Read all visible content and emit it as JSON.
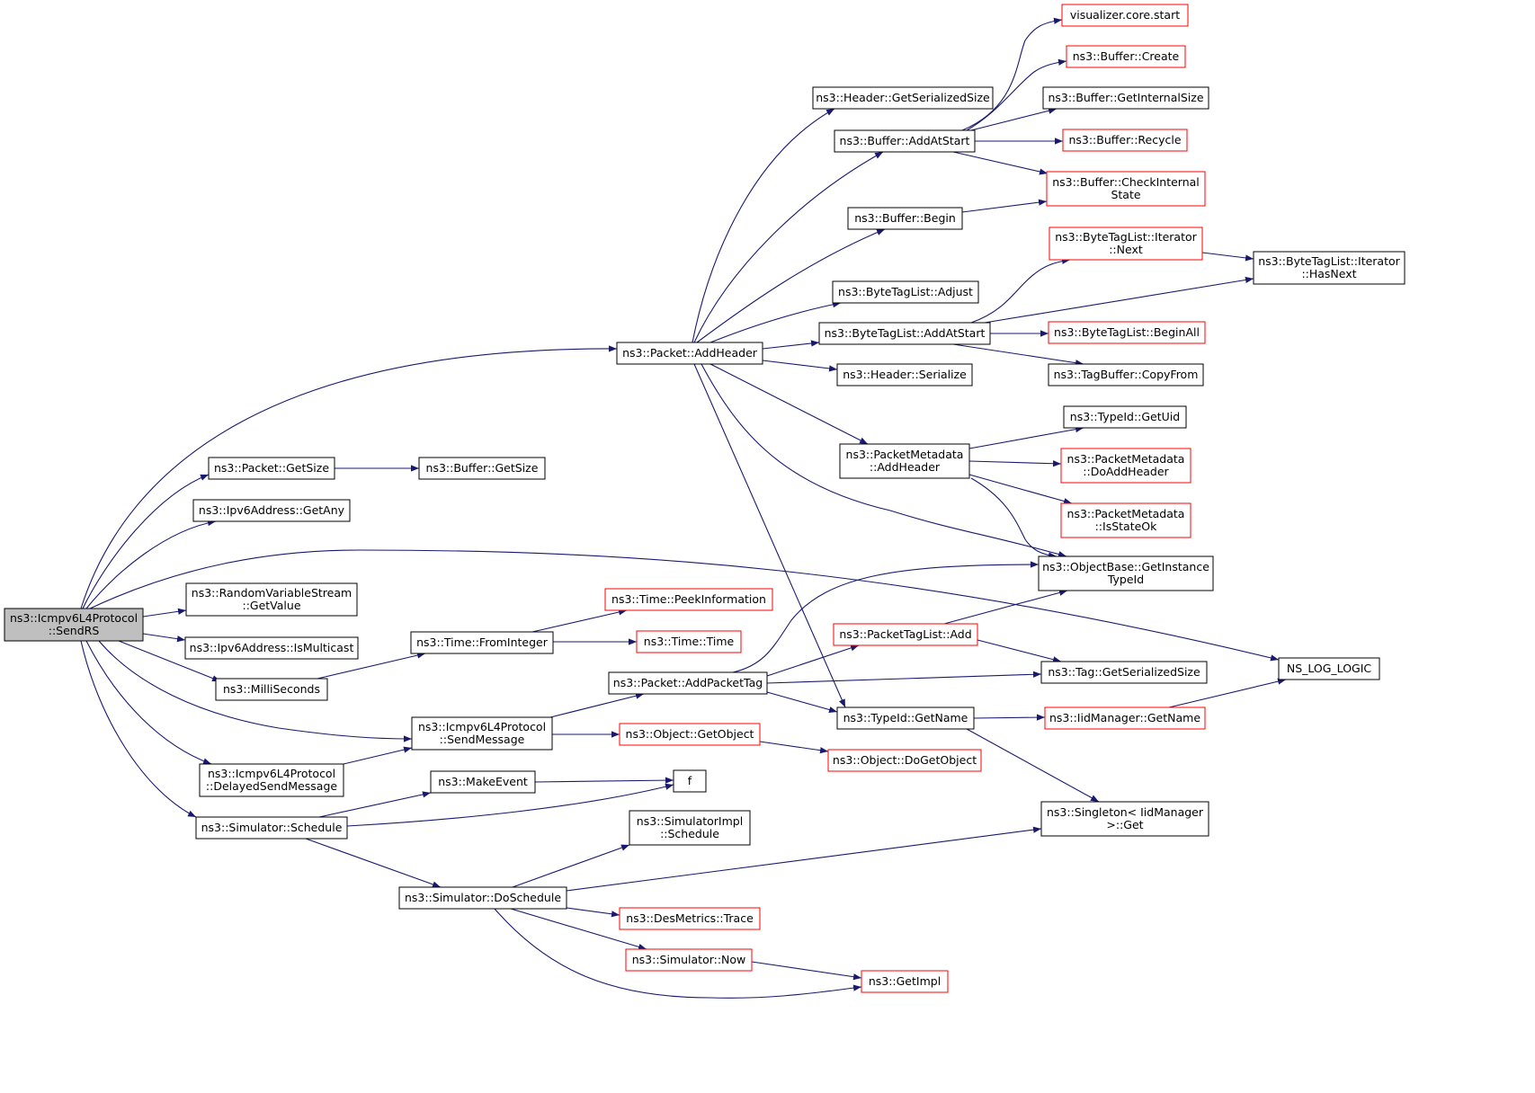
{
  "colors": {
    "edge": "#191970",
    "root_fill": "#bfbfbf",
    "box_stroke": "#000000",
    "truncated_stroke": "#ff0000",
    "background": "#ffffff"
  },
  "nodes": [
    {
      "id": "sendrs",
      "lines": [
        "ns3::Icmpv6L4Protocol",
        "::SendRS"
      ],
      "root": true
    },
    {
      "id": "addheader",
      "lines": [
        "ns3::Packet::AddHeader"
      ]
    },
    {
      "id": "getsize",
      "lines": [
        "ns3::Packet::GetSize"
      ]
    },
    {
      "id": "buffer_getsize",
      "lines": [
        "ns3::Buffer::GetSize"
      ]
    },
    {
      "id": "getany",
      "lines": [
        "ns3::Ipv6Address::GetAny"
      ]
    },
    {
      "id": "getvalue",
      "lines": [
        "ns3::RandomVariableStream",
        "::GetValue"
      ]
    },
    {
      "id": "ismulticast",
      "lines": [
        "ns3::Ipv6Address::IsMulticast"
      ]
    },
    {
      "id": "milliseconds",
      "lines": [
        "ns3::MilliSeconds"
      ]
    },
    {
      "id": "sendmessage",
      "lines": [
        "ns3::Icmpv6L4Protocol",
        "::SendMessage"
      ]
    },
    {
      "id": "delayedsend",
      "lines": [
        "ns3::Icmpv6L4Protocol",
        "::DelayedSendMessage"
      ]
    },
    {
      "id": "schedule",
      "lines": [
        "ns3::Simulator::Schedule"
      ]
    },
    {
      "id": "frominteger",
      "lines": [
        "ns3::Time::FromInteger"
      ]
    },
    {
      "id": "peekinfo",
      "lines": [
        "ns3::Time::PeekInformation"
      ],
      "truncated": true
    },
    {
      "id": "time",
      "lines": [
        "ns3::Time::Time"
      ],
      "truncated": true
    },
    {
      "id": "addpackettag",
      "lines": [
        "ns3::Packet::AddPacketTag"
      ]
    },
    {
      "id": "getobject",
      "lines": [
        "ns3::Object::GetObject"
      ],
      "truncated": true
    },
    {
      "id": "dogetobject",
      "lines": [
        "ns3::Object::DoGetObject"
      ],
      "truncated": true
    },
    {
      "id": "makeevent",
      "lines": [
        "ns3::MakeEvent"
      ]
    },
    {
      "id": "f",
      "lines": [
        "f"
      ]
    },
    {
      "id": "doschedule",
      "lines": [
        "ns3::Simulator::DoSchedule"
      ]
    },
    {
      "id": "simimpl_schedule",
      "lines": [
        "ns3::SimulatorImpl",
        "::Schedule"
      ]
    },
    {
      "id": "trace",
      "lines": [
        "ns3::DesMetrics::Trace"
      ],
      "truncated": true
    },
    {
      "id": "now",
      "lines": [
        "ns3::Simulator::Now"
      ],
      "truncated": true
    },
    {
      "id": "getimpl",
      "lines": [
        "ns3::GetImpl"
      ],
      "truncated": true
    },
    {
      "id": "header_getser",
      "lines": [
        "ns3::Header::GetSerializedSize"
      ]
    },
    {
      "id": "addatstart",
      "lines": [
        "ns3::Buffer::AddAtStart"
      ]
    },
    {
      "id": "buffer_begin",
      "lines": [
        "ns3::Buffer::Begin"
      ]
    },
    {
      "id": "btl_adjust",
      "lines": [
        "ns3::ByteTagList::Adjust"
      ]
    },
    {
      "id": "btl_addatstart",
      "lines": [
        "ns3::ByteTagList::AddAtStart"
      ]
    },
    {
      "id": "header_serialize",
      "lines": [
        "ns3::Header::Serialize"
      ]
    },
    {
      "id": "pm_addheader",
      "lines": [
        "ns3::PacketMetadata",
        "::AddHeader"
      ]
    },
    {
      "id": "ptl_add",
      "lines": [
        "ns3::PacketTagList::Add"
      ],
      "truncated": true
    },
    {
      "id": "typeid_getname",
      "lines": [
        "ns3::TypeId::GetName"
      ]
    },
    {
      "id": "vis_start",
      "lines": [
        "visualizer.core.start"
      ],
      "truncated": true
    },
    {
      "id": "buffer_create",
      "lines": [
        "ns3::Buffer::Create"
      ],
      "truncated": true
    },
    {
      "id": "buffer_getinternal",
      "lines": [
        "ns3::Buffer::GetInternalSize"
      ]
    },
    {
      "id": "buffer_recycle",
      "lines": [
        "ns3::Buffer::Recycle"
      ],
      "truncated": true
    },
    {
      "id": "buffer_checkinternal",
      "lines": [
        "ns3::Buffer::CheckInternal",
        "State"
      ],
      "truncated": true
    },
    {
      "id": "btl_iter_next",
      "lines": [
        "ns3::ByteTagList::Iterator",
        "::Next"
      ],
      "truncated": true
    },
    {
      "id": "btl_iter_hasnext",
      "lines": [
        "ns3::ByteTagList::Iterator",
        "::HasNext"
      ]
    },
    {
      "id": "btl_beginall",
      "lines": [
        "ns3::ByteTagList::BeginAll"
      ],
      "truncated": true
    },
    {
      "id": "tagbuffer_copyfrom",
      "lines": [
        "ns3::TagBuffer::CopyFrom"
      ]
    },
    {
      "id": "typeid_getuid",
      "lines": [
        "ns3::TypeId::GetUid"
      ]
    },
    {
      "id": "pm_doaddheader",
      "lines": [
        "ns3::PacketMetadata",
        "::DoAddHeader"
      ],
      "truncated": true
    },
    {
      "id": "pm_isstateok",
      "lines": [
        "ns3::PacketMetadata",
        "::IsStateOk"
      ],
      "truncated": true
    },
    {
      "id": "objectbase_getinstance",
      "lines": [
        "ns3::ObjectBase::GetInstance",
        "TypeId"
      ]
    },
    {
      "id": "ns_log_logic",
      "lines": [
        "NS_LOG_LOGIC"
      ]
    },
    {
      "id": "tag_getser",
      "lines": [
        "ns3::Tag::GetSerializedSize"
      ]
    },
    {
      "id": "iidmanager_getname",
      "lines": [
        "ns3::IidManager::GetName"
      ],
      "truncated": true
    },
    {
      "id": "singleton_get",
      "lines": [
        "ns3::Singleton< IidManager",
        ">::Get"
      ]
    }
  ],
  "edges": [
    [
      "sendrs",
      "addheader"
    ],
    [
      "sendrs",
      "getsize"
    ],
    [
      "sendrs",
      "getany"
    ],
    [
      "sendrs",
      "ns_log_logic"
    ],
    [
      "sendrs",
      "getvalue"
    ],
    [
      "sendrs",
      "ismulticast"
    ],
    [
      "sendrs",
      "milliseconds"
    ],
    [
      "sendrs",
      "sendmessage"
    ],
    [
      "sendrs",
      "delayedsend"
    ],
    [
      "sendrs",
      "schedule"
    ],
    [
      "getsize",
      "buffer_getsize"
    ],
    [
      "milliseconds",
      "frominteger"
    ],
    [
      "frominteger",
      "peekinfo"
    ],
    [
      "frominteger",
      "time"
    ],
    [
      "sendmessage",
      "addpackettag"
    ],
    [
      "sendmessage",
      "getobject"
    ],
    [
      "delayedsend",
      "sendmessage"
    ],
    [
      "getobject",
      "dogetobject"
    ],
    [
      "schedule",
      "makeevent"
    ],
    [
      "schedule",
      "f"
    ],
    [
      "schedule",
      "doschedule"
    ],
    [
      "makeevent",
      "f"
    ],
    [
      "doschedule",
      "simimpl_schedule"
    ],
    [
      "doschedule",
      "singleton_get"
    ],
    [
      "doschedule",
      "trace"
    ],
    [
      "doschedule",
      "now"
    ],
    [
      "doschedule",
      "getimpl"
    ],
    [
      "now",
      "getimpl"
    ],
    [
      "addheader",
      "header_getser"
    ],
    [
      "addheader",
      "addatstart"
    ],
    [
      "addheader",
      "buffer_begin"
    ],
    [
      "addheader",
      "btl_adjust"
    ],
    [
      "addheader",
      "btl_addatstart"
    ],
    [
      "addheader",
      "header_serialize"
    ],
    [
      "addheader",
      "pm_addheader"
    ],
    [
      "addheader",
      "objectbase_getinstance"
    ],
    [
      "addheader",
      "typeid_getname"
    ],
    [
      "addatstart",
      "vis_start"
    ],
    [
      "addatstart",
      "buffer_create"
    ],
    [
      "addatstart",
      "buffer_getinternal"
    ],
    [
      "addatstart",
      "buffer_recycle"
    ],
    [
      "addatstart",
      "buffer_checkinternal"
    ],
    [
      "buffer_begin",
      "buffer_checkinternal"
    ],
    [
      "btl_addatstart",
      "btl_iter_next"
    ],
    [
      "btl_addatstart",
      "btl_iter_hasnext"
    ],
    [
      "btl_addatstart",
      "btl_beginall"
    ],
    [
      "btl_addatstart",
      "tagbuffer_copyfrom"
    ],
    [
      "btl_iter_next",
      "btl_iter_hasnext"
    ],
    [
      "pm_addheader",
      "typeid_getuid"
    ],
    [
      "pm_addheader",
      "pm_doaddheader"
    ],
    [
      "pm_addheader",
      "pm_isstateok"
    ],
    [
      "pm_addheader",
      "objectbase_getinstance"
    ],
    [
      "addpackettag",
      "objectbase_getinstance"
    ],
    [
      "addpackettag",
      "ptl_add"
    ],
    [
      "addpackettag",
      "tag_getser"
    ],
    [
      "addpackettag",
      "typeid_getname"
    ],
    [
      "ptl_add",
      "objectbase_getinstance"
    ],
    [
      "ptl_add",
      "tag_getser"
    ],
    [
      "typeid_getname",
      "iidmanager_getname"
    ],
    [
      "typeid_getname",
      "singleton_get"
    ],
    [
      "iidmanager_getname",
      "ns_log_logic"
    ]
  ]
}
